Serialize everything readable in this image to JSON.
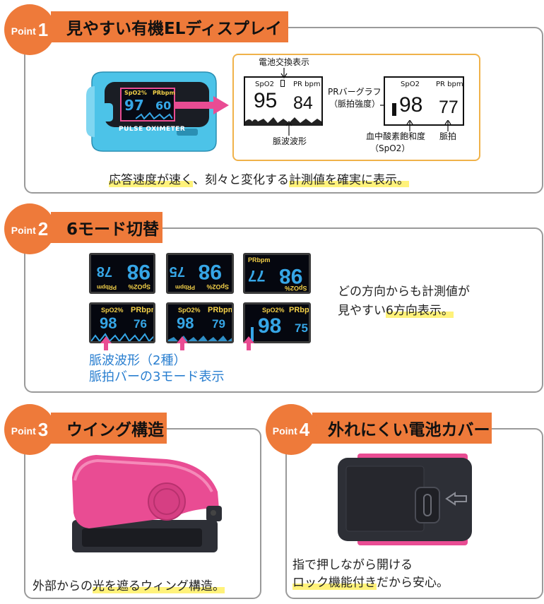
{
  "point_word": "Point",
  "colors": {
    "accent": "#ee7a3a",
    "highlight": "#fff27a",
    "device_blue": "#4cc3e8",
    "device_pink": "#e94c93",
    "display_blue": "#36a6e6",
    "display_yellow": "#f3d048"
  },
  "p1": {
    "num": "1",
    "title": "見やすい有機ELディスプレイ",
    "device": {
      "spo2": "SpO2%",
      "pr": "PRbpm",
      "spo2_val": "97",
      "pr_val": "60",
      "label": "PULSE OXIMETER"
    },
    "screen1": {
      "spo2": "SpO2",
      "pr": "PR bpm",
      "spo2_val": "95",
      "pr_val": "84"
    },
    "screen2": {
      "spo2": "SpO2",
      "pr": "PR bpm",
      "spo2_val": "98",
      "pr_val": "77"
    },
    "battery_label": "電池交換表示",
    "waveform_label": "脈波波形",
    "prbar_label": "PRバーグラフ",
    "prbar_sub": "（脈拍強度）",
    "spo2_label": "血中酸素飽和度",
    "spo2_sub": "（SpO2）",
    "pulse_label": "脈拍",
    "caption_a": "応答速度が速く",
    "caption_b": "、刻々と変化する",
    "caption_c": "計測値を確実に表示。"
  },
  "p2": {
    "num": "2",
    "title": "6モード切替",
    "modes_top": [
      {
        "spo2": "SpO2%",
        "pr": "PRbpm",
        "spo2_val": "98",
        "pr_val": "78"
      },
      {
        "spo2": "SpO2%",
        "pr": "PRbpm",
        "spo2_val": "98",
        "pr_val": "75"
      },
      {
        "spo2": "SpO2%",
        "pr": "PRbpm",
        "spo2_val": "98",
        "pr_val": "77"
      }
    ],
    "modes_bottom": [
      {
        "spo2": "SpO2%",
        "pr": "PRbpm",
        "spo2_val": "98",
        "pr_val": "76"
      },
      {
        "spo2": "SpO2%",
        "pr": "PRbpm",
        "spo2_val": "98",
        "pr_val": "79"
      },
      {
        "spo2": "SpO2%",
        "pr": "PRbpm",
        "spo2_val": "98",
        "pr_val": "75"
      }
    ],
    "text_line1": "どの方向からも計測値が",
    "text_line2a": "見やすい",
    "text_line2b": "6方向表示。",
    "blue_line1": "脈波波形（2種）",
    "blue_line2": "脈拍バーの3モード表示"
  },
  "p3": {
    "num": "3",
    "title": "ウイング構造",
    "caption_a": "外部からの",
    "caption_b": "光を遮るウィング構造。"
  },
  "p4": {
    "num": "4",
    "title": "外れにくい電池カバー",
    "caption_line1": "指で押しながら開ける",
    "caption_a": "ロック機能付き",
    "caption_b": "だから安心。"
  }
}
